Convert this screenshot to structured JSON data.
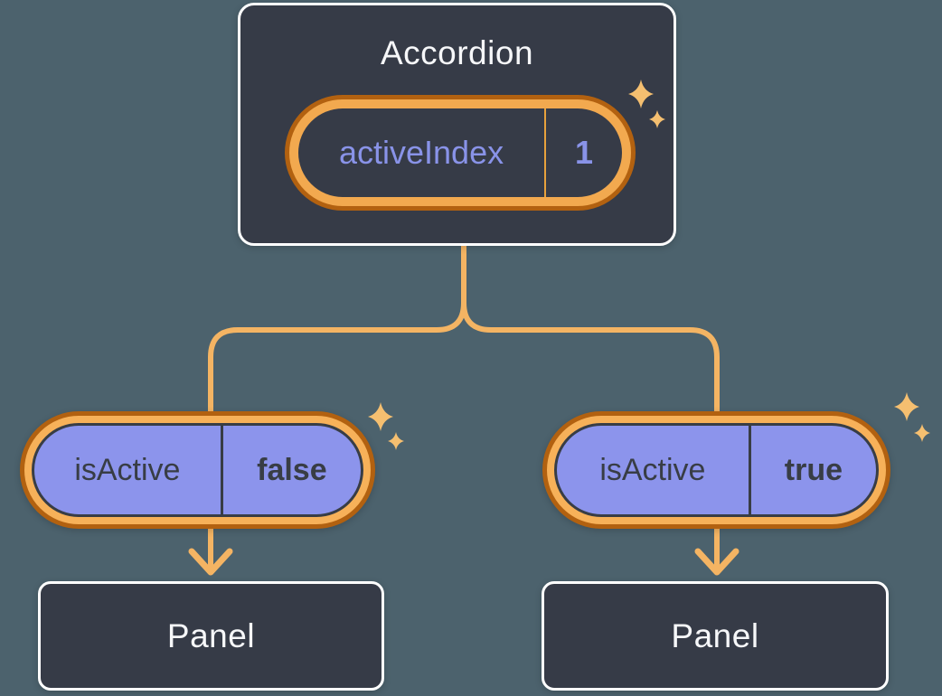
{
  "colors": {
    "background": "#4C626D",
    "box_fill": "#363B47",
    "box_border": "#FFFFFF",
    "text_light": "#F6F7F9",
    "text_dark": "#383D45",
    "purple_fill": "#8C94EC",
    "purple_text": "#8993E8",
    "ring_dark_orange": "#B26110",
    "ring_light_orange": "#F7B159",
    "accordion_ring_light_orange": "#F2A94F",
    "divider_orange": "#E8A23C",
    "connector_orange": "#F4B463",
    "sparkle_orange": "#F5BF70"
  },
  "accordion": {
    "title": "Accordion",
    "state": {
      "label": "activeIndex",
      "value": "1"
    }
  },
  "children": [
    {
      "prop": {
        "label": "isActive",
        "value": "false"
      },
      "panel": {
        "title": "Panel"
      }
    },
    {
      "prop": {
        "label": "isActive",
        "value": "true"
      },
      "panel": {
        "title": "Panel"
      }
    }
  ]
}
